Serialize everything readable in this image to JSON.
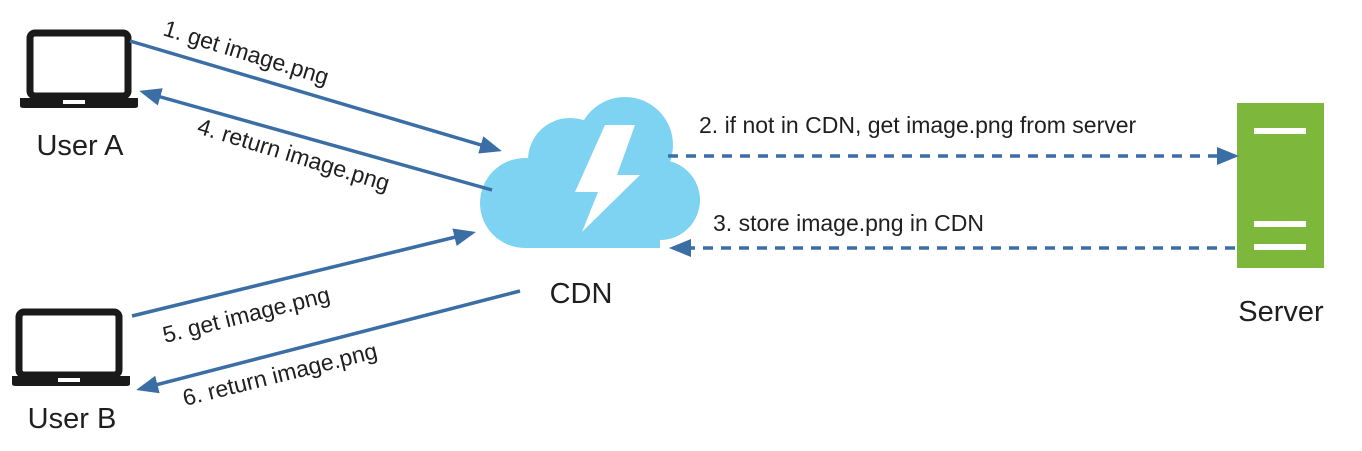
{
  "nodes": {
    "user_a": {
      "label": "User A"
    },
    "user_b": {
      "label": "User B"
    },
    "cdn": {
      "label": "CDN"
    },
    "server": {
      "label": "Server"
    }
  },
  "edges": {
    "step1": {
      "label": "1. get image.png"
    },
    "step2": {
      "label": "2. if not in CDN, get image.png from server"
    },
    "step3": {
      "label": "3. store image.png in CDN"
    },
    "step4": {
      "label": "4. return image.png"
    },
    "step5": {
      "label": "5. get image.png"
    },
    "step6": {
      "label": "6. return image.png"
    }
  },
  "icons": {
    "user_a": "laptop-icon",
    "user_b": "laptop-icon",
    "cdn": "cloud-lightning-icon",
    "server": "server-icon"
  },
  "colors": {
    "arrow": "#3a6ea5",
    "cloud": "#7fd3f2",
    "server": "#7db83c",
    "laptop": "#1a1a1a"
  }
}
